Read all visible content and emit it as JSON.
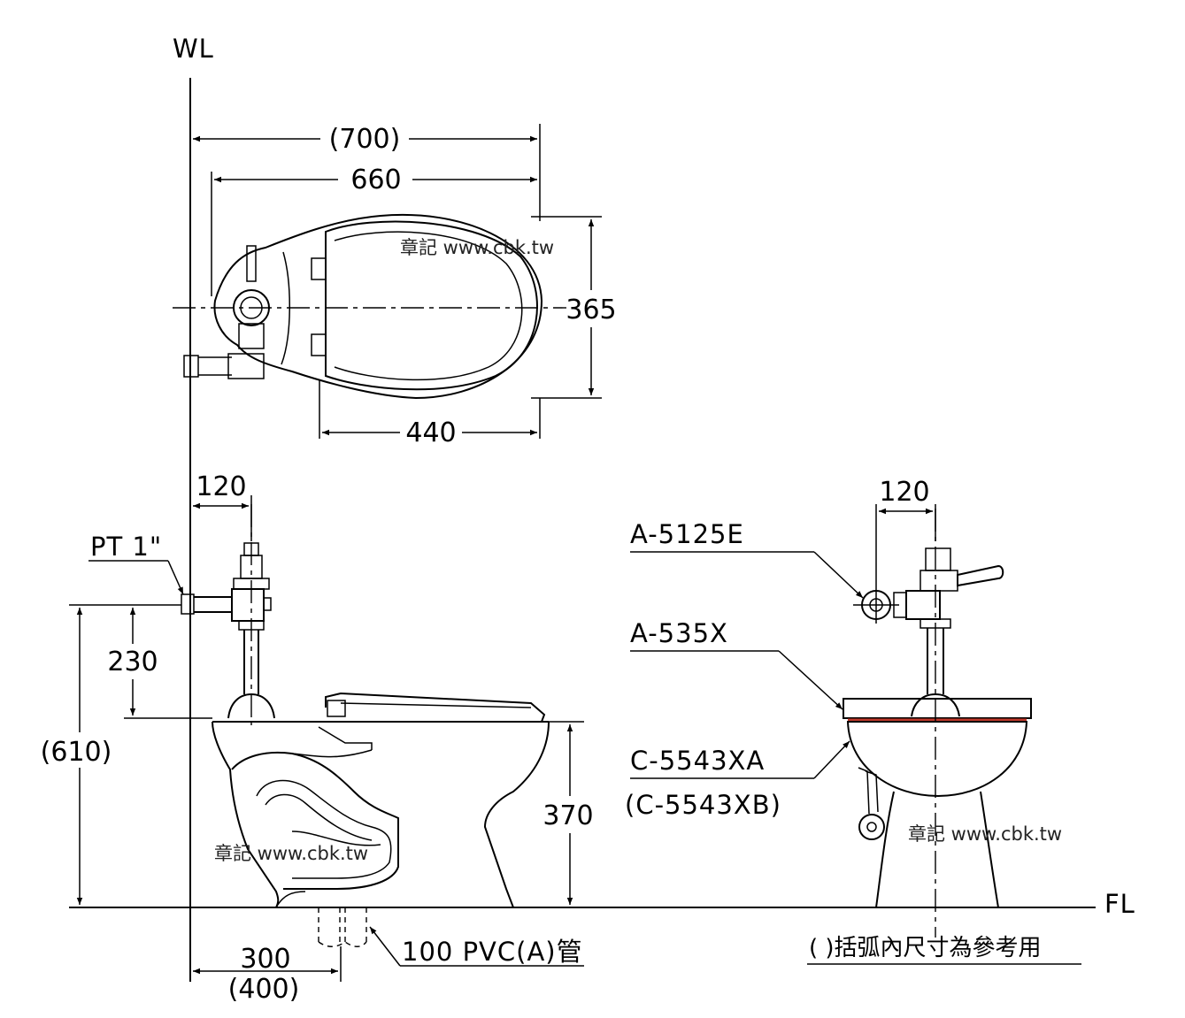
{
  "reference_lines": {
    "wall": "WL",
    "floor": "FL"
  },
  "top_view": {
    "dims": {
      "overall": "(700)",
      "body": "660",
      "width": "365",
      "seat": "440"
    }
  },
  "side_view": {
    "dims": {
      "valve_offset": "120",
      "height_total": "(610)",
      "height_valve": "230",
      "bowl_height": "370",
      "rough_in": "300",
      "rough_in_alt": "(400)"
    },
    "labels": {
      "supply_pipe": "PT 1\"",
      "drain_pipe": "100 PVC(A)管"
    }
  },
  "front_view": {
    "dims": {
      "valve_offset": "120"
    },
    "labels": {
      "flush_valve": "A-5125E",
      "seat": "A-535X",
      "bowl": "C-5543XA",
      "bowl_alt": "(C-5543XB)"
    }
  },
  "note": "(  )括弧內尺寸為參考用",
  "watermark": "章記 www.cbk.tw",
  "colors": {
    "line": "#000000",
    "seat_edge": "#c0392b"
  }
}
